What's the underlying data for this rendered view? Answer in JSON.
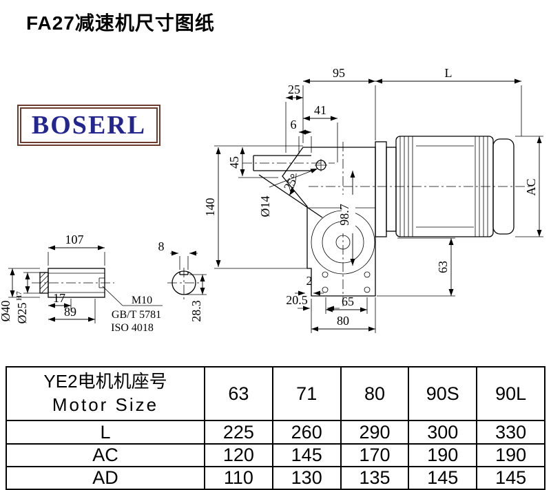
{
  "title": "FA27减速机尺寸图纸",
  "logo": "BOSERL",
  "drawing": {
    "dims": {
      "d95": "95",
      "d25": "25",
      "dL": "L",
      "d41": "41",
      "d6": "6",
      "d45": "45",
      "d140": "140",
      "dia14": "Ø14",
      "angle25": "25°",
      "d98_7": "98.7",
      "dAC": "AC",
      "d63": "63",
      "d2": "2",
      "d20_5": "20.5",
      "d65": "65",
      "d80": "80",
      "d107": "107",
      "d8": "8",
      "d17": "17",
      "d89": "89",
      "m10": "M10",
      "gbt": "GB/T 5781",
      "iso": "ISO 4018",
      "dia40": "Ø40",
      "dia25": "Ø25",
      "h7": "H7",
      "d28_3": "28.3"
    }
  },
  "table": {
    "header": {
      "line1": "YE2电机机座号",
      "line2": "Motor Size",
      "columns": [
        "63",
        "71",
        "80",
        "90S",
        "90L"
      ]
    },
    "rows": [
      {
        "label": "L",
        "values": [
          "225",
          "260",
          "290",
          "300",
          "330"
        ]
      },
      {
        "label": "AC",
        "values": [
          "120",
          "145",
          "170",
          "190",
          "190"
        ]
      },
      {
        "label": "AD",
        "values": [
          "110",
          "130",
          "135",
          "145",
          "145"
        ]
      }
    ]
  }
}
